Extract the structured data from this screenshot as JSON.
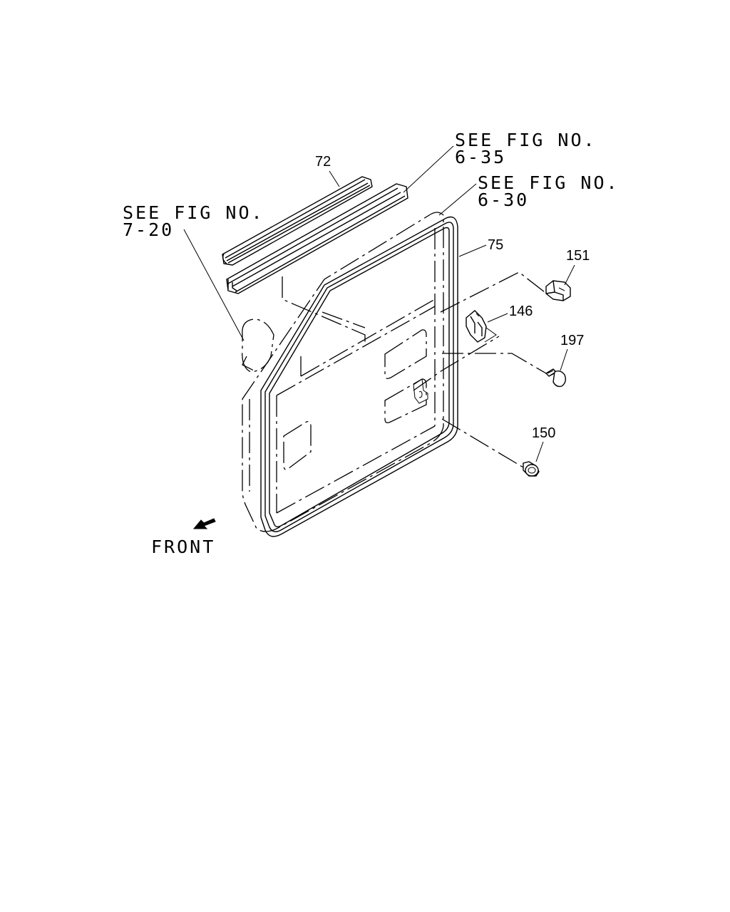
{
  "references": {
    "fig_6_35": {
      "line1": "SEE FIG NO.",
      "line2": "6-35"
    },
    "fig_6_30": {
      "line1": "SEE FIG NO.",
      "line2": "6-30"
    },
    "fig_7_20": {
      "line1": "SEE FIG NO.",
      "line2": "7-20"
    }
  },
  "callouts": {
    "weatherstrip": "72",
    "door_seal": "75",
    "clip": "151",
    "striker": "146",
    "screw": "197",
    "stopper": "150"
  },
  "orientation": {
    "label": "FRONT",
    "arrow_icon": "front-arrow-icon"
  }
}
